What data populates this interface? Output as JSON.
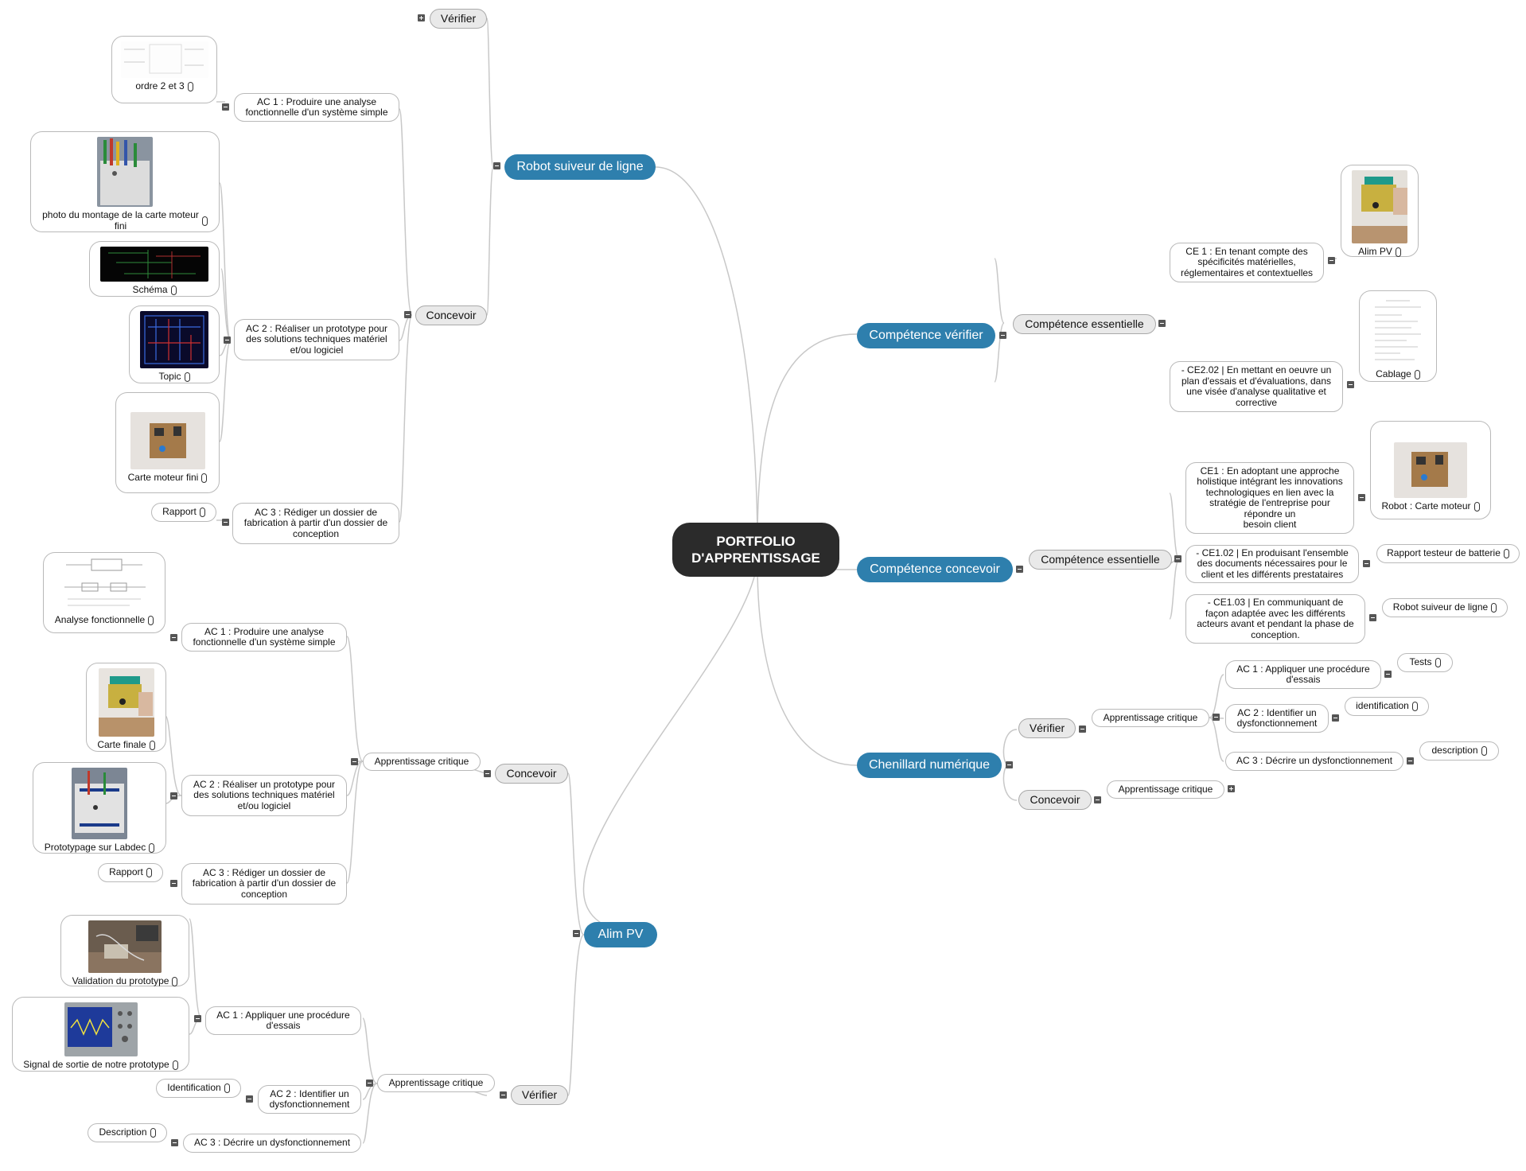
{
  "root": {
    "label": "PORTFOLIO\nD'APPRENTISSAGE"
  },
  "robot": {
    "title": "Robot suiveur de ligne",
    "verifier": "Vérifier",
    "concevoir": "Concevoir",
    "ac1": "AC 1 : Produire une analyse\nfonctionnelle d'un système simple",
    "ac2": "AC 2 : Réaliser un prototype pour\ndes solutions techniques matériel\net/ou logiciel",
    "ac3": "AC 3 : Rédiger un dossier de\nfabrication à partir d'un dossier de\nconception",
    "att_ordre": "ordre 2 et 3",
    "att_photo": "photo du montage de la carte moteur\nfini",
    "att_schema": "Schéma",
    "att_topic": "Topic",
    "att_carte": "Carte moteur fini",
    "att_rapport": "Rapport"
  },
  "alim": {
    "title": "Alim PV",
    "concevoir": "Concevoir",
    "verifier": "Vérifier",
    "app1": "Apprentissage critique",
    "app2": "Apprentissage critique",
    "ac1c": "AC 1 : Produire une analyse\nfonctionnelle d'un système simple",
    "ac2c": "AC 2 : Réaliser un prototype pour\ndes solutions techniques matériel\net/ou logiciel",
    "ac3c": "AC 3 : Rédiger un dossier de\nfabrication à partir d'un dossier de\nconception",
    "ac1v": "AC 1 : Appliquer une procédure\nd'essais",
    "ac2v": "AC 2 : Identifier un\ndysfonctionnement",
    "ac3v": "AC 3 : Décrire un dysfonctionnement",
    "att_analyse": "Analyse fonctionnelle",
    "att_carte": "Carte finale",
    "att_proto": "Prototypage sur Labdec",
    "att_rapport": "Rapport",
    "att_valid": "Validation du prototype",
    "att_signal": "Signal de sortie de notre prototype",
    "att_ident": "Identification",
    "att_desc": "Description"
  },
  "cverif": {
    "title": "Compétence vérifier",
    "ess": "Compétence essentielle",
    "ce1": "CE 1 : En tenant compte des\nspécificités matérielles,\nréglementaires et contextuelles",
    "ce202": "- CE2.02 | En mettant en oeuvre un\nplan d'essais et d'évaluations, dans\nune visée d'analyse qualitative et\ncorrective",
    "att_alim": "Alim PV",
    "att_cablage": "Cablage"
  },
  "cconc": {
    "title": "Compétence concevoir",
    "ess": "Compétence essentielle",
    "ce1": "CE1 : En adoptant une approche\nholistique intégrant les innovations\ntechnologiques en lien avec la\nstratégie de l'entreprise pour\nrépondre un\nbesoin client",
    "ce102": "- CE1.02 | En produisant l'ensemble\ndes documents nécessaires pour le\nclient et les différents prestataires",
    "ce103": "- CE1.03 | En communiquant de\nfaçon adaptée avec les différents\nacteurs avant et pendant la phase de\nconception.",
    "att_robot": "Robot : Carte moteur",
    "att_rapport": "Rapport testeur de batterie",
    "att_suiveur": "Robot suiveur de ligne"
  },
  "chen": {
    "title": "Chenillard numérique",
    "verifier": "Vérifier",
    "concevoir": "Concevoir",
    "app_v": "Apprentissage critique",
    "app_c": "Apprentissage critique",
    "ac1": "AC 1 : Appliquer une procédure\nd'essais",
    "ac2": "AC 2 : Identifier un\ndysfonctionnement",
    "ac3": "AC 3 : Décrire un dysfonctionnement",
    "att_tests": "Tests",
    "att_ident": "identification",
    "att_desc": "description"
  },
  "colors": {
    "topic": "#2e7fad",
    "root": "#2b2b2b",
    "subtopic_fill": "#e9e9e9",
    "line": "#c8c8c8"
  }
}
